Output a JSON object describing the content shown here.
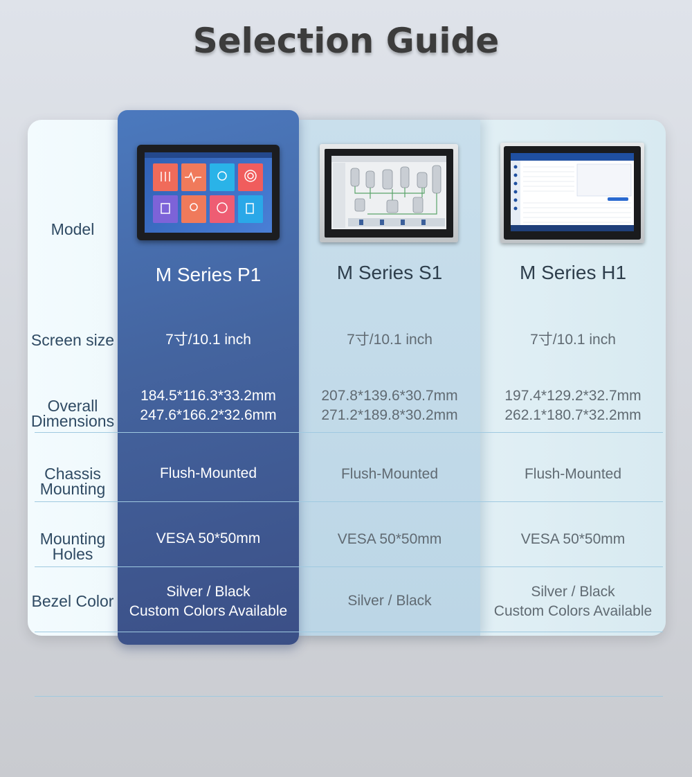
{
  "title": "Selection Guide",
  "row_labels": {
    "model": "Model",
    "screen_size": "Screen size",
    "dimensions_l1": "Overall",
    "dimensions_l2": "Dimensions",
    "mounting_l1": "Chassis",
    "mounting_l2": "Mounting",
    "holes_l1": "Mounting",
    "holes_l2": "Holes",
    "bezel": "Bezel Color"
  },
  "products": {
    "p1": {
      "name": "M Series P1",
      "screen_size": "7寸/10.1 inch",
      "dim_1": "184.5*116.3*33.2mm",
      "dim_2": "247.6*166.2*32.6mm",
      "mounting": "Flush-Mounted",
      "holes": "VESA 50*50mm",
      "bezel_1": "Silver / Black",
      "bezel_2": "Custom Colors Available"
    },
    "s1": {
      "name": "M Series S1",
      "screen_size": "7寸/10.1 inch",
      "dim_1": "207.8*139.6*30.7mm",
      "dim_2": "271.2*189.8*30.2mm",
      "mounting": "Flush-Mounted",
      "holes": "VESA 50*50mm",
      "bezel_1": "Silver / Black"
    },
    "h1": {
      "name": "M Series H1",
      "screen_size": "7寸/10.1 inch",
      "dim_1": "197.4*129.2*32.7mm",
      "dim_2": "262.1*180.7*32.2mm",
      "mounting": "Flush-Mounted",
      "holes": "VESA 50*50mm",
      "bezel_1": "Silver / Black",
      "bezel_2": "Custom Colors Available"
    }
  },
  "colors": {
    "highlight_column": "#4466a8",
    "label_text": "#2f4a63",
    "value_text": "#606a72"
  }
}
